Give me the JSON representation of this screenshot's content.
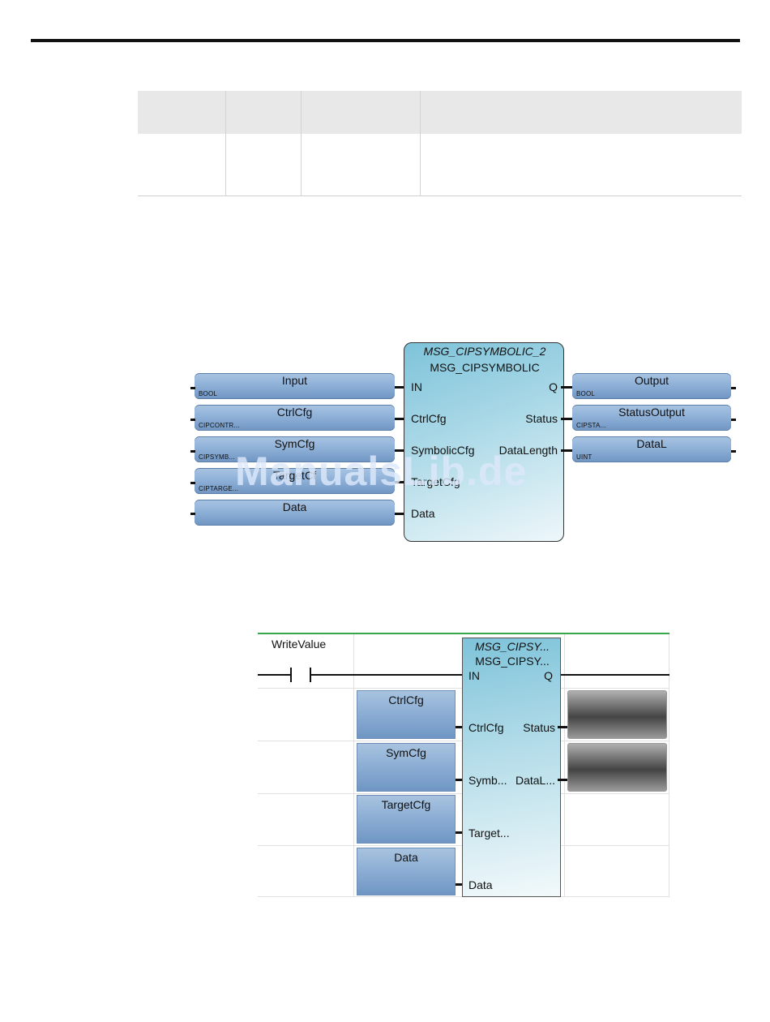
{
  "fbd": {
    "instance": "MSG_CIPSYMBOLIC_2",
    "block_type": "MSG_CIPSYMBOLIC",
    "inputs": [
      {
        "pin": "IN",
        "tag": "Input",
        "type": "BOOL"
      },
      {
        "pin": "CtrlCfg",
        "tag": "CtrlCfg",
        "type": "CIPCONTR..."
      },
      {
        "pin": "SymbolicCfg",
        "tag": "SymCfg",
        "type": "CIPSYMB..."
      },
      {
        "pin": "TargetCfg",
        "tag": "TargetCf",
        "type": "CIPTARGE..."
      },
      {
        "pin": "Data",
        "tag": "Data",
        "type": ""
      }
    ],
    "outputs": [
      {
        "pin": "Q",
        "tag": "Output",
        "type": "BOOL"
      },
      {
        "pin": "Status",
        "tag": "StatusOutput",
        "type": "CIPSTA..."
      },
      {
        "pin": "DataLength",
        "tag": "DataL",
        "type": "UINT"
      }
    ],
    "watermark": "ManualsLib.de"
  },
  "ld": {
    "contact": "WriteValue",
    "instance": "MSG_CIPSY...",
    "block_type": "MSG_CIPSY...",
    "in_pin": "IN",
    "q_pin": "Q",
    "inputs": [
      {
        "tag": "CtrlCfg",
        "pin": "CtrlCfg"
      },
      {
        "tag": "SymCfg",
        "pin": "Symb..."
      },
      {
        "tag": "TargetCfg",
        "pin": "Target..."
      },
      {
        "tag": "Data",
        "pin": "Data"
      }
    ],
    "outputs": [
      {
        "pin": "Status"
      },
      {
        "pin": "DataL..."
      }
    ]
  },
  "colors": {
    "pill_blue": "#8fb1d8",
    "block_cyan": "#7ec3da",
    "ld_rung_green": "#3aa64a"
  }
}
